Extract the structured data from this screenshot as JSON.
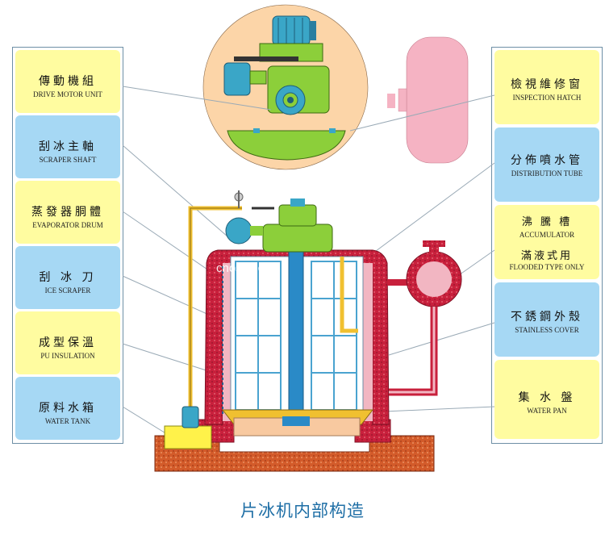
{
  "left_labels": [
    {
      "zh": "傳動機組",
      "en": "DRIVE MOTOR UNIT",
      "style": "yellow"
    },
    {
      "zh": "刮冰主軸",
      "en": "SCRAPER SHAFT",
      "style": "blue"
    },
    {
      "zh": "蒸發器胴體",
      "en": "EVAPORATOR DRUM",
      "style": "yellow"
    },
    {
      "zh": "刮 冰 刀",
      "en": "ICE SCRAPER",
      "style": "blue"
    },
    {
      "zh": "成型保溫",
      "en": "PU INSULATION",
      "style": "yellow"
    },
    {
      "zh": "原料水箱",
      "en": "WATER TANK",
      "style": "blue"
    }
  ],
  "right_labels": [
    {
      "zh": "檢視維修窗",
      "en": "INSPECTION HATCH",
      "style": "yellow"
    },
    {
      "zh": "分佈噴水管",
      "en": "DISTRIBUTION TUBE",
      "style": "blue"
    },
    {
      "zh": "沸 騰 槽",
      "en": "ACCUMULATOR",
      "zh_extra": "滿液式用",
      "en_extra": "FLOODED TYPE ONLY",
      "style": "yellow"
    },
    {
      "zh": "不銹鋼外殼",
      "en": "STAINLESS COVER",
      "style": "blue"
    },
    {
      "zh": "集 水 盤",
      "en": "WATER PAN",
      "style": "yellow"
    }
  ],
  "caption": "片冰机内部构造",
  "watermark": "cnoscn.com",
  "colors": {
    "yellow_box": "#fffca0",
    "blue_box": "#a6d8f4",
    "insulation": "#c8203c",
    "inner_pink": "#f2b6c2",
    "circle_bg": "#fcd5a8",
    "motor_green": "#8ccf3a",
    "motor_teal": "#3aa6c7",
    "pipe_yellow": "#f0c030",
    "tank_pink": "#f5b3c3"
  }
}
